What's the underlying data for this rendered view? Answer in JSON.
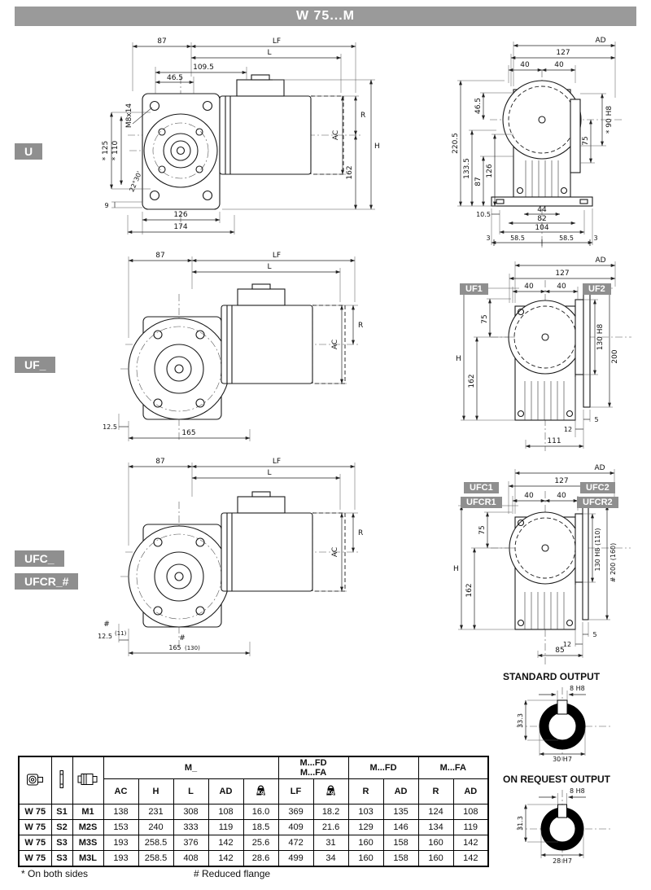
{
  "header": {
    "title": "W 75...M"
  },
  "sections": {
    "u": {
      "badge": "U",
      "side": {
        "d87": "87",
        "lf": "LF",
        "l": "L",
        "d1095": "109.5",
        "d465": "46.5",
        "m8x14": "M8x14",
        "s125": "* 125",
        "s110": "* 110",
        "ang": "22°30'",
        "d9": "9",
        "d126": "126",
        "d174": "174",
        "r": "R",
        "ac": "AC",
        "h": "H",
        "d162": "162"
      },
      "rear": {
        "ad": "AD",
        "d127": "127",
        "d40l": "40",
        "d40r": "40",
        "d2205": "220.5",
        "d1335": "133.5",
        "d465": "46.5",
        "d126": "126",
        "d87": "87",
        "d75": "75",
        "d90": "* 90 H8",
        "d105": "10.5",
        "d44": "44",
        "d82": "82",
        "d104": "104",
        "d3l": "3",
        "d585l": "58.5",
        "d585r": "58.5",
        "d3r": "3"
      }
    },
    "uf": {
      "badge": "UF_",
      "side": {
        "d87": "87",
        "lf": "LF",
        "l": "L",
        "r": "R",
        "ac": "AC",
        "d125": "12.5",
        "d165": "165"
      },
      "rear": {
        "badge1": "UF1",
        "badge2": "UF2",
        "ad": "AD",
        "d127": "127",
        "d40l": "40",
        "d40r": "40",
        "h": "H",
        "d162": "162",
        "d75": "75",
        "d130": "130 H8",
        "d200": "200",
        "d5": "5",
        "d12": "12",
        "d111": "111"
      }
    },
    "ufc": {
      "badge1": "UFC_",
      "badge2": "UFCR_#",
      "side": {
        "d87": "87",
        "lf": "LF",
        "l": "L",
        "r": "R",
        "ac": "AC",
        "hash1": "#",
        "d125": "12.5",
        "d125r": "(11)",
        "hash2": "#",
        "d165": "165",
        "d165r": "(130)"
      },
      "rear": {
        "badge1": "UFC1",
        "badge2": "UFCR1",
        "badge3": "UFC2",
        "badge4": "UFCR2",
        "ad": "AD",
        "d127": "127",
        "d40l": "40",
        "d40r": "40",
        "h": "H",
        "d162": "162",
        "d75": "75",
        "d130": "130 H8 (110)",
        "d200": "# 200 (160)",
        "d5": "5",
        "d12": "12",
        "d85": "85"
      }
    }
  },
  "outputs": {
    "standard": {
      "title": "STANDARD OUTPUT",
      "key": "8 H8",
      "depth": "33.3",
      "bore": "30 H7"
    },
    "request": {
      "title": "ON REQUEST OUTPUT",
      "key": "8 H8",
      "depth": "31.3",
      "bore": "28 H7"
    }
  },
  "table": {
    "kg_label": "Kg",
    "groups": {
      "m": "M_",
      "mfd_fa_1": "M...FD",
      "mfd_fa_2": "M...FA",
      "mfd": "M...FD",
      "mfa": "M...FA"
    },
    "cols": {
      "ac": "AC",
      "h": "H",
      "l": "L",
      "ad": "AD",
      "lf": "LF",
      "r": "R",
      "ad2": "AD",
      "r2": "R",
      "ad3": "AD"
    },
    "rows": [
      [
        "W 75",
        "S1",
        "M1",
        "138",
        "231",
        "308",
        "108",
        "16.0",
        "369",
        "18.2",
        "103",
        "135",
        "124",
        "108"
      ],
      [
        "W 75",
        "S2",
        "M2S",
        "153",
        "240",
        "333",
        "119",
        "18.5",
        "409",
        "21.6",
        "129",
        "146",
        "134",
        "119"
      ],
      [
        "W 75",
        "S3",
        "M3S",
        "193",
        "258.5",
        "376",
        "142",
        "25.6",
        "472",
        "31",
        "160",
        "158",
        "160",
        "142"
      ],
      [
        "W 75",
        "S3",
        "M3L",
        "193",
        "258.5",
        "408",
        "142",
        "28.6",
        "499",
        "34",
        "160",
        "158",
        "160",
        "142"
      ]
    ]
  },
  "footnotes": {
    "star": "*  On both sides",
    "hash": "#  Reduced flange"
  }
}
